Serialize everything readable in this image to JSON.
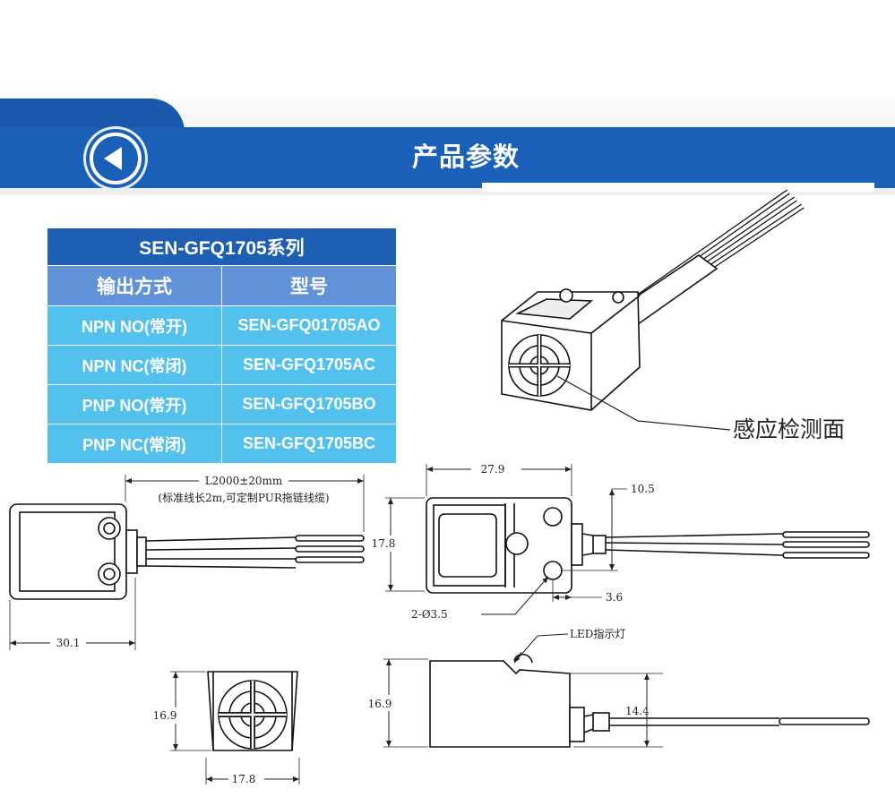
{
  "header": {
    "title": "产品参数",
    "back_icon": "back-arrow-icon"
  },
  "colors": {
    "banner": "#1a5fb8",
    "table_header": "#1e5fb4",
    "table_subheader": "#5f92d6",
    "table_row": "#52c1ed"
  },
  "table": {
    "series": "SEN-GFQ1705系列",
    "columns": [
      "输出方式",
      "型号"
    ],
    "rows": [
      {
        "output": "NPN NO(常开)",
        "model": "SEN-GFQ01705AO"
      },
      {
        "output": "NPN NC(常闭)",
        "model": "SEN-GFQ1705AC"
      },
      {
        "output": "PNP NO(常开)",
        "model": "SEN-GFQ1705BO"
      },
      {
        "output": "PNP NC(常闭)",
        "model": "SEN-GFQ1705BC"
      }
    ]
  },
  "drawing": {
    "sensing_face_label": "感应检测面",
    "cable_length": "L2000±20mm",
    "cable_note": "(标准线长2m,可定制PUR拖链线缆)",
    "dim_front_width": "30.1",
    "dim_top_length": "27.9",
    "dim_height": "17.8",
    "dim_hole_offset": "10.5",
    "dim_edge": "3.6",
    "dim_holes": "2-Ø3.5",
    "led_label": "LED指示灯",
    "dim_end_height": "16.9",
    "dim_end_width": "17.8",
    "dim_side_height": "16.9",
    "dim_cable_height": "14.4"
  }
}
